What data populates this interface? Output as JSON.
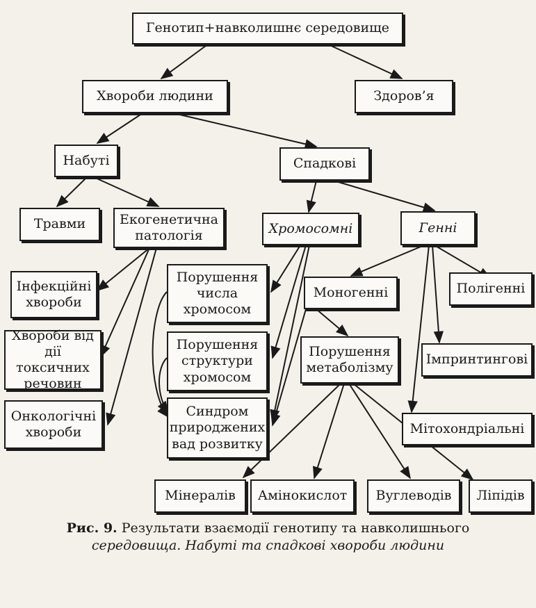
{
  "nodes": {
    "root": "Генотип+навколишнє середовище",
    "diseases": "Хвороби людини",
    "health": "Здоров’я",
    "acquired": "Набуті",
    "hereditary": "Спадкові",
    "injuries": "Травми",
    "ecogenetic": "Екогенетична\nпатологія",
    "chromosomal": "Хромосомні",
    "genetic": "Генні",
    "infectious": "Інфекційні\nхвороби",
    "toxic": "Хвороби від\nдії токсичних\nречовин",
    "oncological": "Онкологічні\nхвороби",
    "chrom_number": "Порушення\nчисла\nхромосом",
    "chrom_structure": "Порушення\nструктури\nхромосом",
    "syndrome": "Синдром\nприроджених\nвад розвитку",
    "monogenic": "Моногенні",
    "polygenic": "Полігенні",
    "metabolism": "Порушення\nметаболізму",
    "imprinting": "Імпринтингові",
    "mitochondrial": "Мітохондріальні",
    "minerals": "Мінералів",
    "amino_acids": "Амінокислот",
    "carbohydrates": "Вуглеводів",
    "lipids": "Ліпідів"
  },
  "caption": {
    "label": "Рис. 9.",
    "text1": "Результати взаємодії генотипу та навколишнього",
    "text2": "середовища. Набуті та спадкові хвороби людини"
  }
}
